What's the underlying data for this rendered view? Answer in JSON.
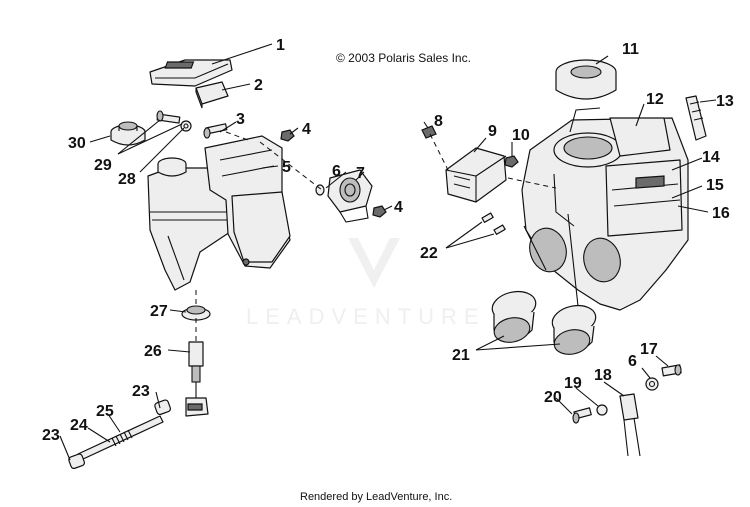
{
  "copyright": "© 2003 Polaris Sales Inc.",
  "footer": "Rendered by LeadVenture, Inc.",
  "watermark": {
    "text": "LEADVENTURE",
    "logo_icon": "leadventure-v-logo-icon"
  },
  "callouts": [
    "1",
    "2",
    "3",
    "4",
    "4",
    "5",
    "6",
    "6",
    "7",
    "8",
    "9",
    "10",
    "11",
    "12",
    "13",
    "14",
    "15",
    "16",
    "17",
    "18",
    "19",
    "20",
    "21",
    "22",
    "23",
    "23",
    "24",
    "25",
    "26",
    "27",
    "28",
    "29",
    "30"
  ]
}
